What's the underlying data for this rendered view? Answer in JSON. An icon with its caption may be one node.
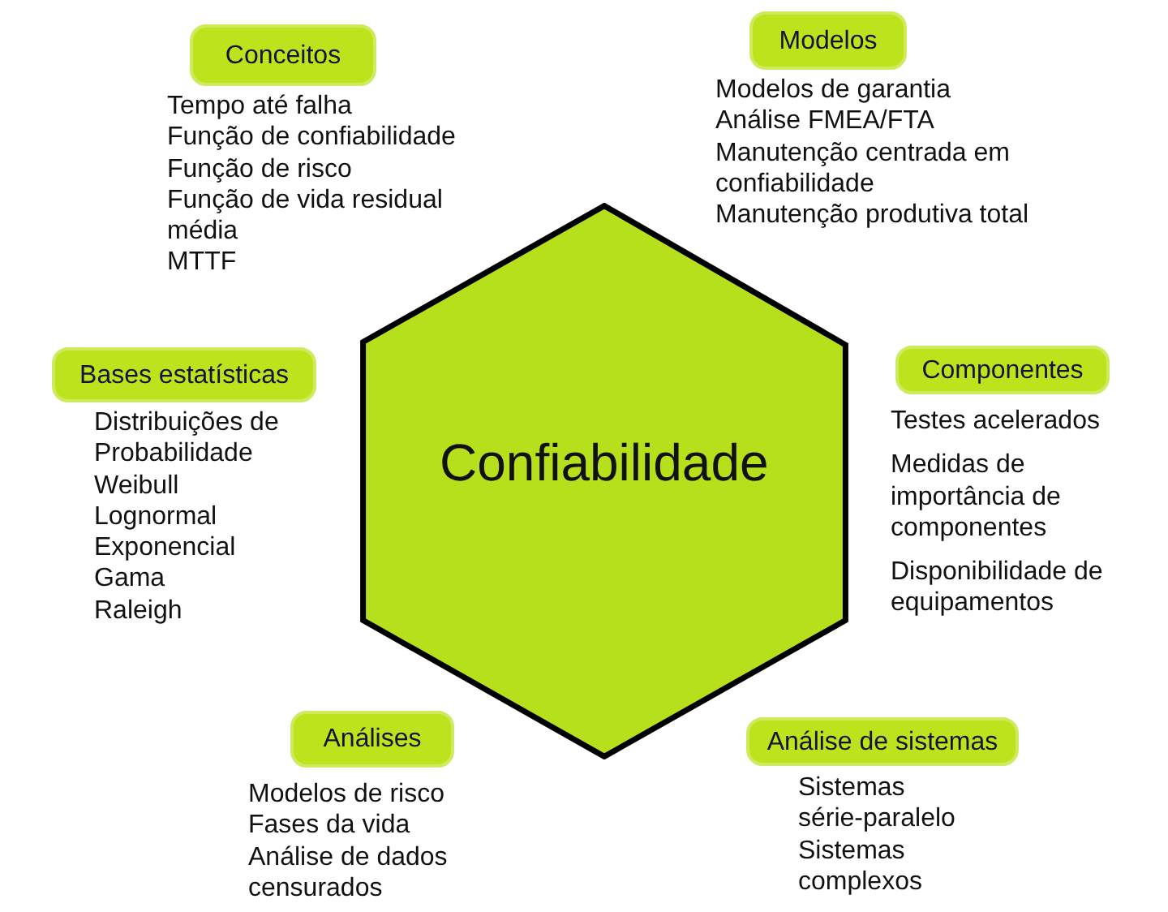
{
  "diagram": {
    "nodes": [
      {
        "text": [
          "Conceitos"
        ],
        "beside": [
          "Tempo até falha",
          "Função de confiabilidade",
          "Função de risco",
          "Função de vida residual média",
          "MTTF"
        ]
      },
      {
        "text": [
          "Modelos"
        ],
        "beside": [
          "Modelos de garantia",
          "Análise FMEA/FTA",
          "Manutenção centrada em confiabilidade",
          "Manutenção produtiva total"
        ]
      },
      {
        "text": [
          "Bases estatísticas"
        ],
        "beside": [
          "Distribuições de Probabilidade",
          "Weibull",
          "Lognormal",
          "Exponencial",
          "Gama",
          "Raleigh"
        ]
      },
      {
        "text": [
          "Confiabilidade"
        ]
      },
      {
        "text": [
          "Componentes"
        ],
        "beside": [
          "Testes acelerados",
          "Medidas de importância de componentes",
          "Disponibilidade de equipamentos"
        ]
      },
      {
        "text": [
          "Análises"
        ],
        "beside": [
          "Modelos de risco",
          "Fases da vida",
          "Análise de dados censurados"
        ]
      },
      {
        "text": [
          "Análise de sistemas"
        ],
        "beside": [
          "Sistemas série-paralelo",
          "Sistemas complexos"
        ]
      }
    ]
  }
}
